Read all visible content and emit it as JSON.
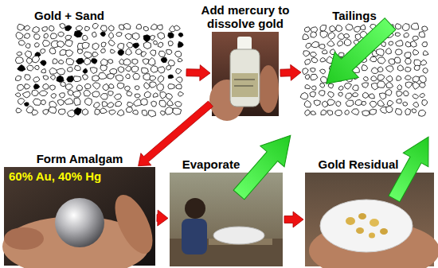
{
  "diagram": {
    "nodes": [
      {
        "text": [
          "Gold + Sand"
        ]
      },
      {
        "text": [
          "Add mercury to dissolve gold"
        ]
      },
      {
        "text": [
          "Tailings"
        ]
      },
      {
        "text": [
          "Form Amalgam",
          "60% Au, 40% Hg"
        ]
      },
      {
        "text": [
          "Evaporate"
        ]
      },
      {
        "text": [
          "Gold Residual"
        ]
      }
    ],
    "edges": [
      {
        "from": 0,
        "to": 1,
        "arrow": "to"
      },
      {
        "from": 1,
        "to": 2,
        "arrow": "to"
      },
      {
        "from": 1,
        "to": 3,
        "arrow": "to"
      },
      {
        "from": 3,
        "to": 4,
        "arrow": "to"
      },
      {
        "from": 4,
        "to": 5,
        "arrow": "to"
      }
    ]
  }
}
